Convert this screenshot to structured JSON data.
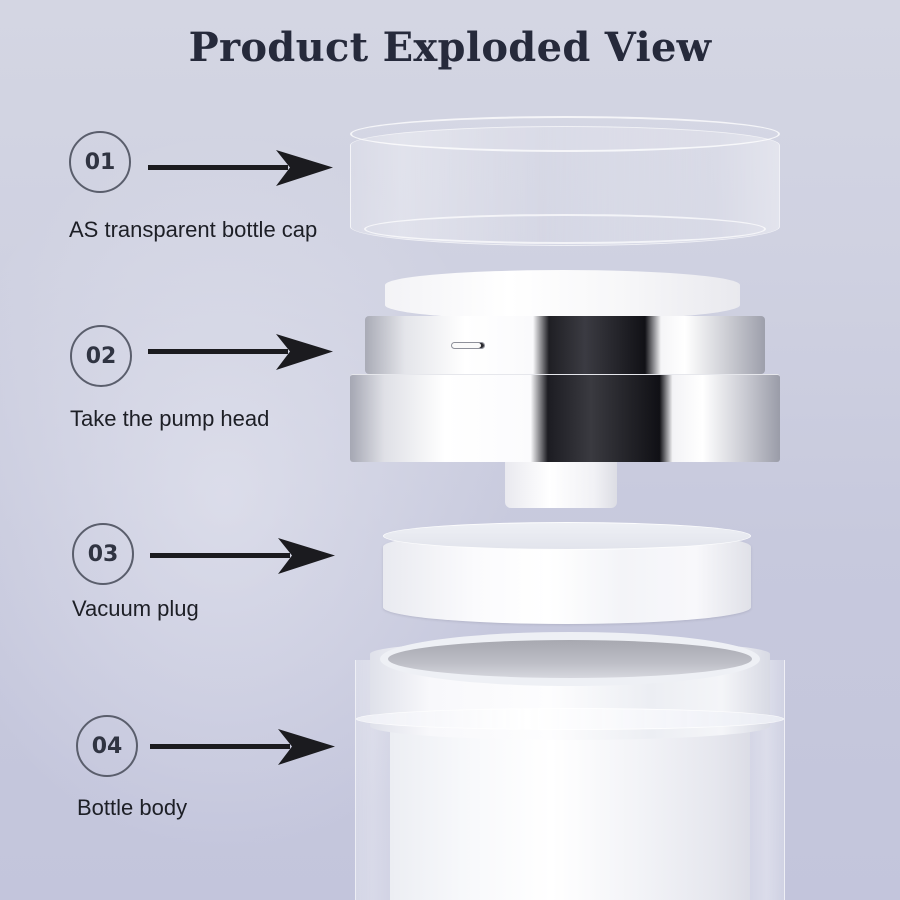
{
  "title": "Product Exploded View",
  "colors": {
    "background": "#cfd1e1",
    "title_text": "#262a3b",
    "label_text": "#1d1f26",
    "arrow": "#1b1b1f",
    "badge_border": "#5a5e6c"
  },
  "parts": [
    {
      "number": "01",
      "label": "AS transparent bottle cap",
      "icon": "arrow-right-icon"
    },
    {
      "number": "02",
      "label": "Take the pump head",
      "icon": "arrow-right-icon"
    },
    {
      "number": "03",
      "label": "Vacuum plug",
      "icon": "arrow-right-icon"
    },
    {
      "number": "04",
      "label": "Bottle body",
      "icon": "arrow-right-icon"
    }
  ]
}
